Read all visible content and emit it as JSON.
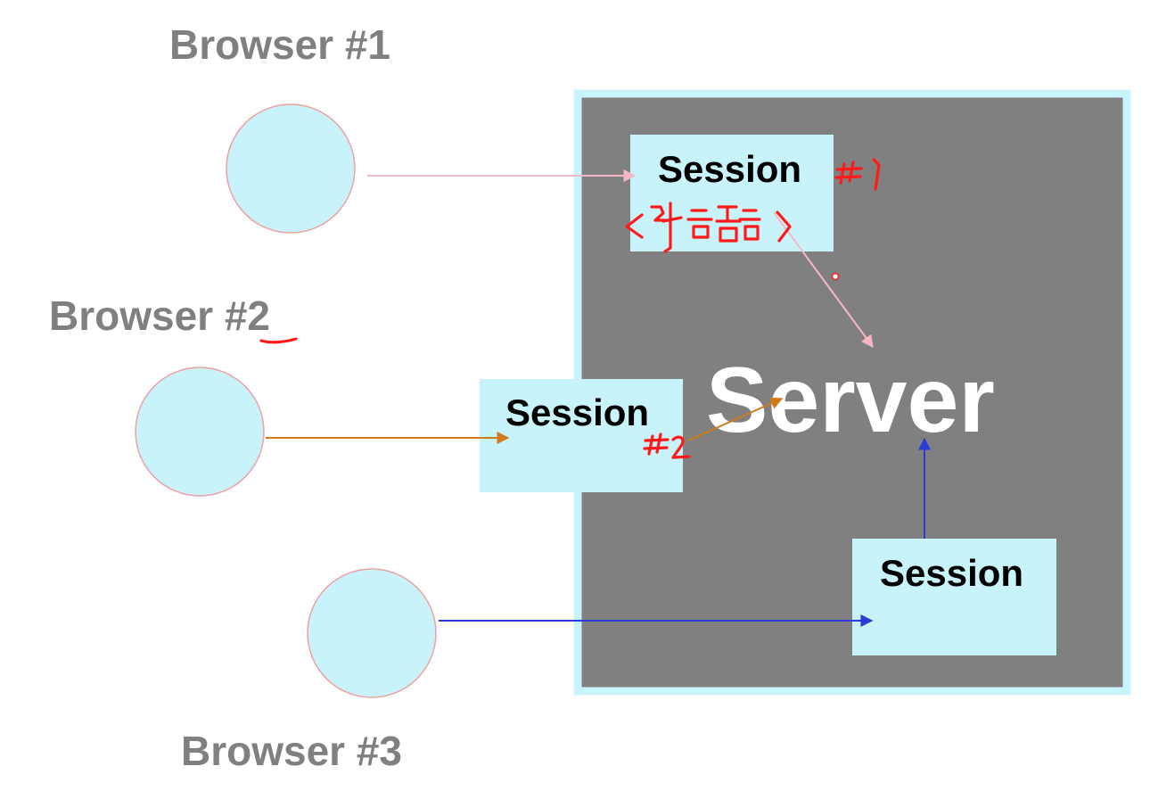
{
  "browsers": [
    {
      "label": "Browser #1"
    },
    {
      "label": "Browser #2"
    },
    {
      "label": "Browser #3"
    }
  ],
  "server": {
    "label": "Server"
  },
  "sessions": [
    {
      "label": "Session"
    },
    {
      "label": "Session"
    },
    {
      "label": "Session"
    }
  ],
  "colors": {
    "server_fill": "#808080",
    "server_border": "#c8f4fb",
    "session_fill": "#c9f3fa",
    "browser_fill": "#c9f3fa",
    "browser_stroke": "#f0a0a0",
    "label_gray": "#808080",
    "arrow_1": "#f5b8c4",
    "arrow_2": "#d07a18",
    "arrow_3": "#2a3bd6",
    "handwriting": "#ff1a1a"
  }
}
